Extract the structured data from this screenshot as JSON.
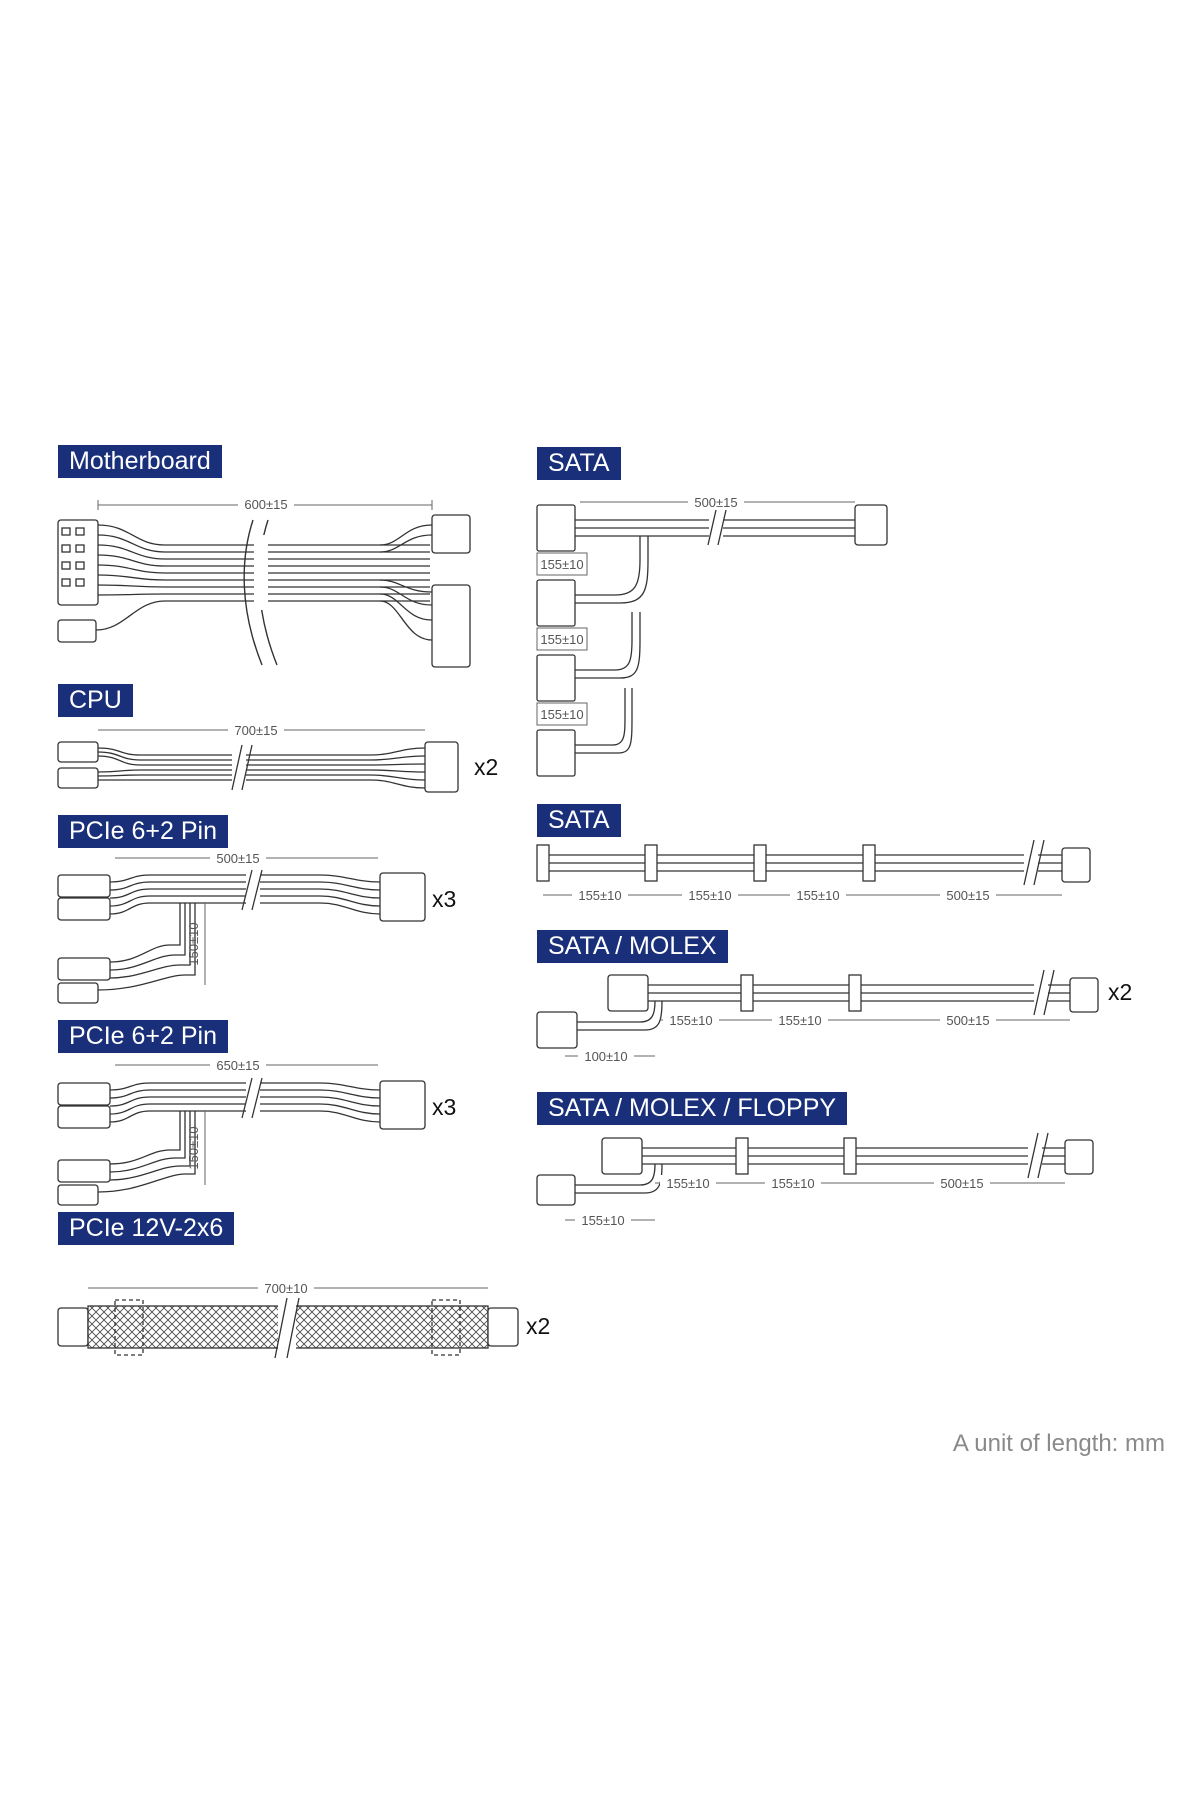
{
  "cables": {
    "motherboard": {
      "title": "Motherboard",
      "length": "600±15"
    },
    "cpu": {
      "title": "CPU",
      "length": "700±15",
      "qty": "x2"
    },
    "pcie1": {
      "title": "PCIe 6+2 Pin",
      "length": "500±15",
      "branch": "150±10",
      "qty": "x3"
    },
    "pcie2": {
      "title": "PCIe 6+2 Pin",
      "length": "650±15",
      "branch": "150±10",
      "qty": "x3"
    },
    "pcie12v": {
      "title": "PCIe 12V-2x6",
      "length": "700±10",
      "qty": "x2"
    },
    "sata1": {
      "title": "SATA",
      "length": "500±15",
      "spacing": [
        "155±10",
        "155±10",
        "155±10"
      ]
    },
    "sata2": {
      "title": "SATA",
      "segments": [
        "155±10",
        "155±10",
        "155±10",
        "500±15"
      ]
    },
    "sata_molex": {
      "title": "SATA / MOLEX",
      "segments": [
        "155±10",
        "155±10",
        "500±15"
      ],
      "branch": "100±10",
      "qty": "x2"
    },
    "sata_molex_floppy": {
      "title": "SATA / MOLEX / FLOPPY",
      "segments": [
        "155±10",
        "155±10",
        "500±15"
      ],
      "branch": "155±10"
    }
  },
  "footer": "A unit of length: mm",
  "colors": {
    "label_bg": "#1a2f7a",
    "label_text": "#ffffff",
    "line": "#333333",
    "footer_text": "#8a8a8a"
  }
}
